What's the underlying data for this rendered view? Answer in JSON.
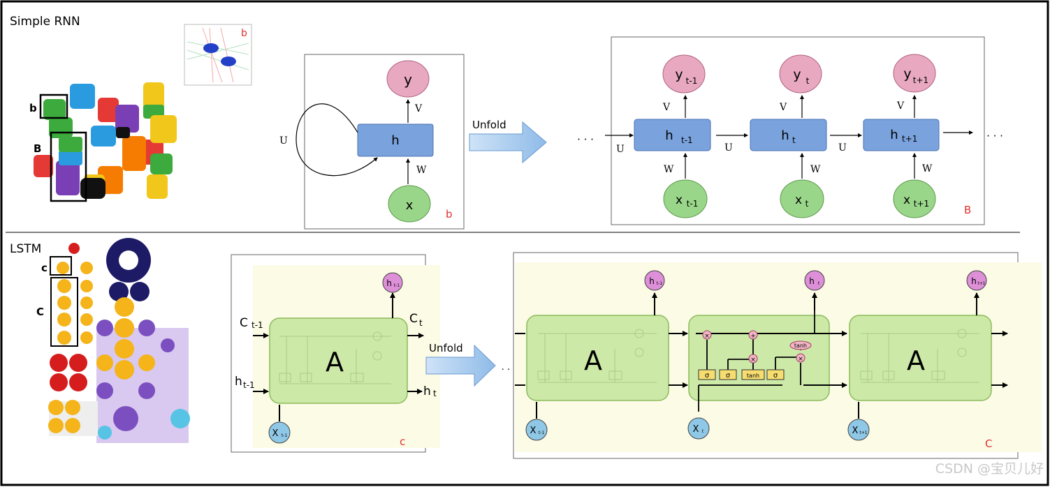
{
  "simple_rnn": {
    "title": "Simple RNN",
    "toy_labels": {
      "small": "b",
      "big": "B"
    },
    "inset_label": "b",
    "folded": {
      "y": "y",
      "h": "h",
      "x": "x",
      "U": "U",
      "V": "V",
      "W": "W",
      "panel_label": "b"
    },
    "unfold_arrow": "Unfold",
    "unrolled": {
      "steps": [
        {
          "y": "y",
          "y_sub": "t-1",
          "h": "h",
          "h_sub": "t-1",
          "x": "x",
          "x_sub": "t-1",
          "V": "V",
          "W": "W"
        },
        {
          "y": "y",
          "y_sub": "t",
          "h": "h",
          "h_sub": "t",
          "x": "x",
          "x_sub": "t",
          "V": "V",
          "W": "W"
        },
        {
          "y": "y",
          "y_sub": "t+1",
          "h": "h",
          "h_sub": "t+1",
          "x": "x",
          "x_sub": "t+1",
          "V": "V",
          "W": "W"
        }
      ],
      "u_labels": [
        "U",
        "U",
        "U"
      ],
      "ellipsis_left": "· · ·",
      "ellipsis_right": "· · ·",
      "panel_label": "B"
    }
  },
  "lstm": {
    "title": "LSTM",
    "toy_labels": {
      "small": "c",
      "big": "C"
    },
    "folded": {
      "cell": "A",
      "c_in": "C",
      "c_in_sub": "t-1",
      "c_out": "C",
      "c_out_sub": "t",
      "h_in": "h",
      "h_in_sub": "t-1",
      "h_out": "h",
      "h_out_sub": "t",
      "h_top": "h",
      "h_top_sub": "t-1",
      "x": "X",
      "x_sub": "t-1",
      "panel_label": "c"
    },
    "unfold_arrow": "Unfold",
    "unrolled": {
      "ellipsis": "· · ·",
      "cells": [
        "A",
        "",
        "A"
      ],
      "h_tops": [
        {
          "h": "h",
          "sub": "t-1"
        },
        {
          "h": "h",
          "sub": "t"
        },
        {
          "h": "h",
          "sub": "t+1"
        }
      ],
      "x_inputs": [
        {
          "x": "X",
          "sub": "t-1"
        },
        {
          "x": "X",
          "sub": "t"
        },
        {
          "x": "X",
          "sub": "t+1"
        }
      ],
      "gates": [
        "σ",
        "σ",
        "tanh",
        "σ"
      ],
      "ops": [
        "×",
        "+",
        "×",
        "×"
      ],
      "tanh_label": "tanh",
      "panel_label": "C"
    }
  },
  "watermark": "CSDN @宝贝儿好",
  "colors": {
    "h_box": "#7aa2dd",
    "y_circle": "#e8a9c0",
    "x_circle": "#9ad68a",
    "lstm_cell": "#cde9a8",
    "lstm_bg": "#fbfbe6",
    "arrow_fill": "#9dc3ea",
    "label_red": "#e03030"
  }
}
